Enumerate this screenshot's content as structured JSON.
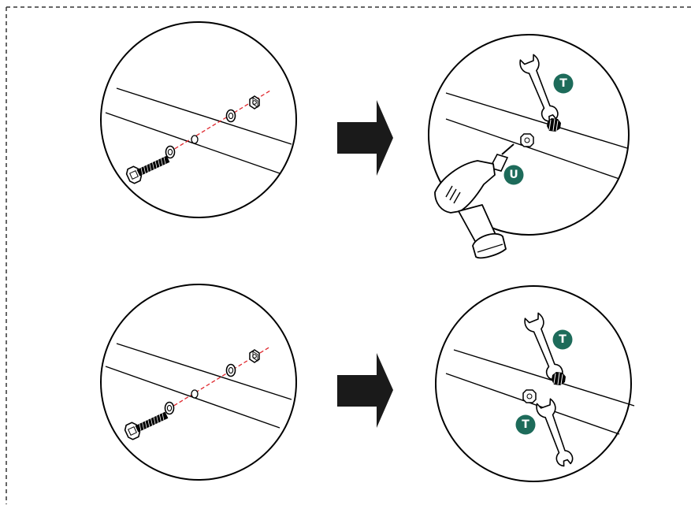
{
  "colors": {
    "badge": "#1d6b5a",
    "arrow": "#1a1a1a",
    "guide_line": "#e0282e",
    "border_dash": "#333333",
    "stroke": "#000000"
  },
  "icons": [
    "wrench-icon",
    "drill-icon",
    "bolt-icon",
    "washer-icon",
    "nut-icon",
    "arrow-right-icon"
  ],
  "steps": [
    {
      "before": "bolt-washer-nut-exploded",
      "after": "wrench-and-drill",
      "badges": [
        "T",
        "U"
      ]
    },
    {
      "before": "bolt-washer-nut-exploded",
      "after": "two-wrenches",
      "badges": [
        "T",
        "T"
      ]
    }
  ]
}
